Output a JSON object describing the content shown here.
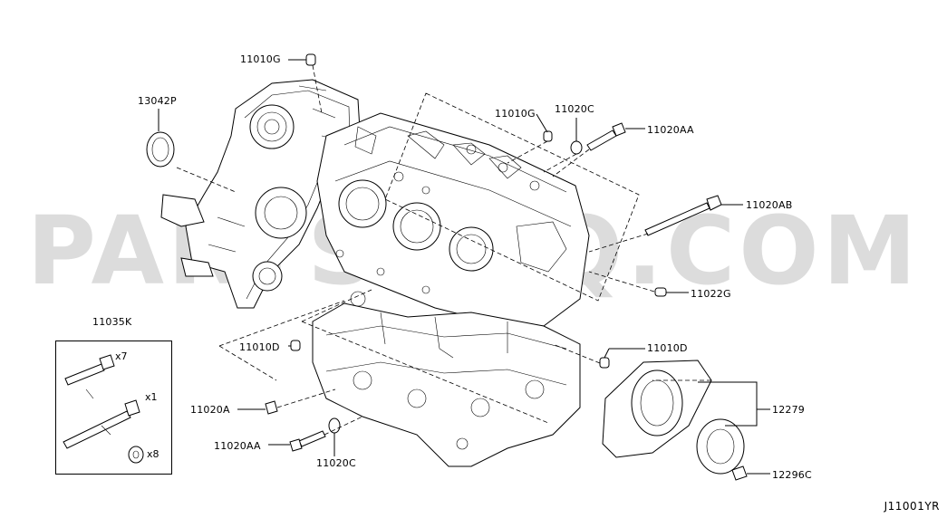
{
  "diagram": {
    "watermark": "PARTSOUQ.COM",
    "figure_code": "J11001YR",
    "labels": {
      "p11010G_top": "11010G",
      "p13042P": "13042P",
      "p11010G_mid": "11010G",
      "p11020C_top": "11020C",
      "p11020AA_top": "11020AA",
      "p11020AB": "11020AB",
      "p11022G": "11022G",
      "p11035K": "11035K",
      "p11010D_left": "11010D",
      "p11010D_right": "11010D",
      "p11020A": "11020A",
      "p12279": "12279",
      "p11020AA_bot": "11020AA",
      "p11020C_bot": "11020C",
      "p12296C": "12296C"
    },
    "kit_quantities": {
      "q1": "x7",
      "q2": "x1",
      "q3": "x8"
    }
  }
}
